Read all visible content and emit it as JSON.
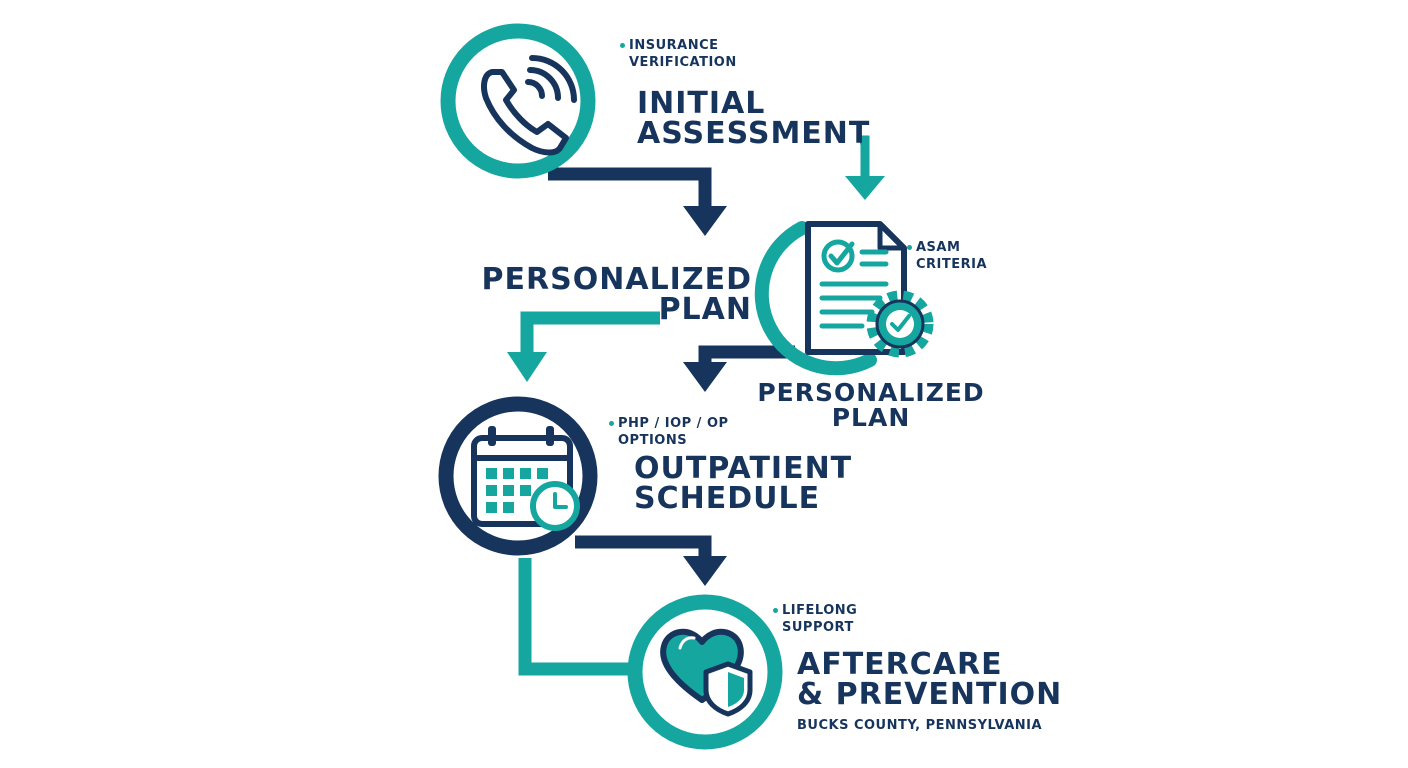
{
  "colors": {
    "navy": "#17345c",
    "teal": "#16a6a0",
    "white": "#ffffff"
  },
  "steps": [
    {
      "id": "initial-assessment",
      "icon": "phone-icon",
      "title_lines": [
        "INITIAL",
        "ASSESSMENT"
      ],
      "tag_lines": [
        "INSURANCE",
        "VERIFICATION"
      ]
    },
    {
      "id": "personalized-plan",
      "icon": "document-checklist-icon",
      "title_lines": [
        "PERSONALIZED",
        "PLAN"
      ],
      "tag_lines": [
        "ASAM",
        "CRITERIA"
      ],
      "side_title_lines": [
        "PERSONALIZED",
        "PLAN"
      ]
    },
    {
      "id": "outpatient-schedule",
      "icon": "calendar-clock-icon",
      "title_lines": [
        "OUTPATIENT",
        "SCHEDULE"
      ],
      "tag_lines": [
        "PHP / IOP / OP",
        "OPTIONS"
      ]
    },
    {
      "id": "aftercare-prevention",
      "icon": "heart-shield-icon",
      "title_lines": [
        "AFTERCARE",
        "& PREVENTION"
      ],
      "tag_lines": [
        "LIFELONG",
        "SUPPORT"
      ],
      "subtitle": "BUCKS COUNTY, PENNSYLVANIA"
    }
  ]
}
